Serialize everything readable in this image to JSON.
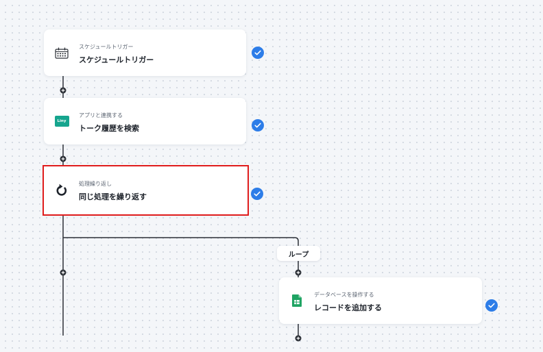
{
  "steps": [
    {
      "category": "スケジュールトリガー",
      "title": "スケジュールトリガー",
      "icon": "calendar-icon",
      "status": "completed"
    },
    {
      "category": "アプリと連携する",
      "title": "トーク履歴を検索",
      "icon": "liny-logo-icon",
      "app_logo_text": "Liny",
      "status": "completed"
    },
    {
      "category": "処理繰り返し",
      "title": "同じ処理を繰り返す",
      "icon": "repeat-icon",
      "status": "completed",
      "highlighted": true
    }
  ],
  "loop": {
    "label": "ループ",
    "steps": [
      {
        "category": "データベースを操作する",
        "title": "レコードを追加する",
        "icon": "google-sheets-icon",
        "status": "completed"
      }
    ]
  },
  "colors": {
    "canvas_background": "#f4f6f9",
    "check_badge": "#2d7de8",
    "highlight_border": "#e01b1b",
    "connector": "#2b2f36",
    "liny_brand": "#16a58e",
    "sheets_brand": "#1fa463"
  }
}
